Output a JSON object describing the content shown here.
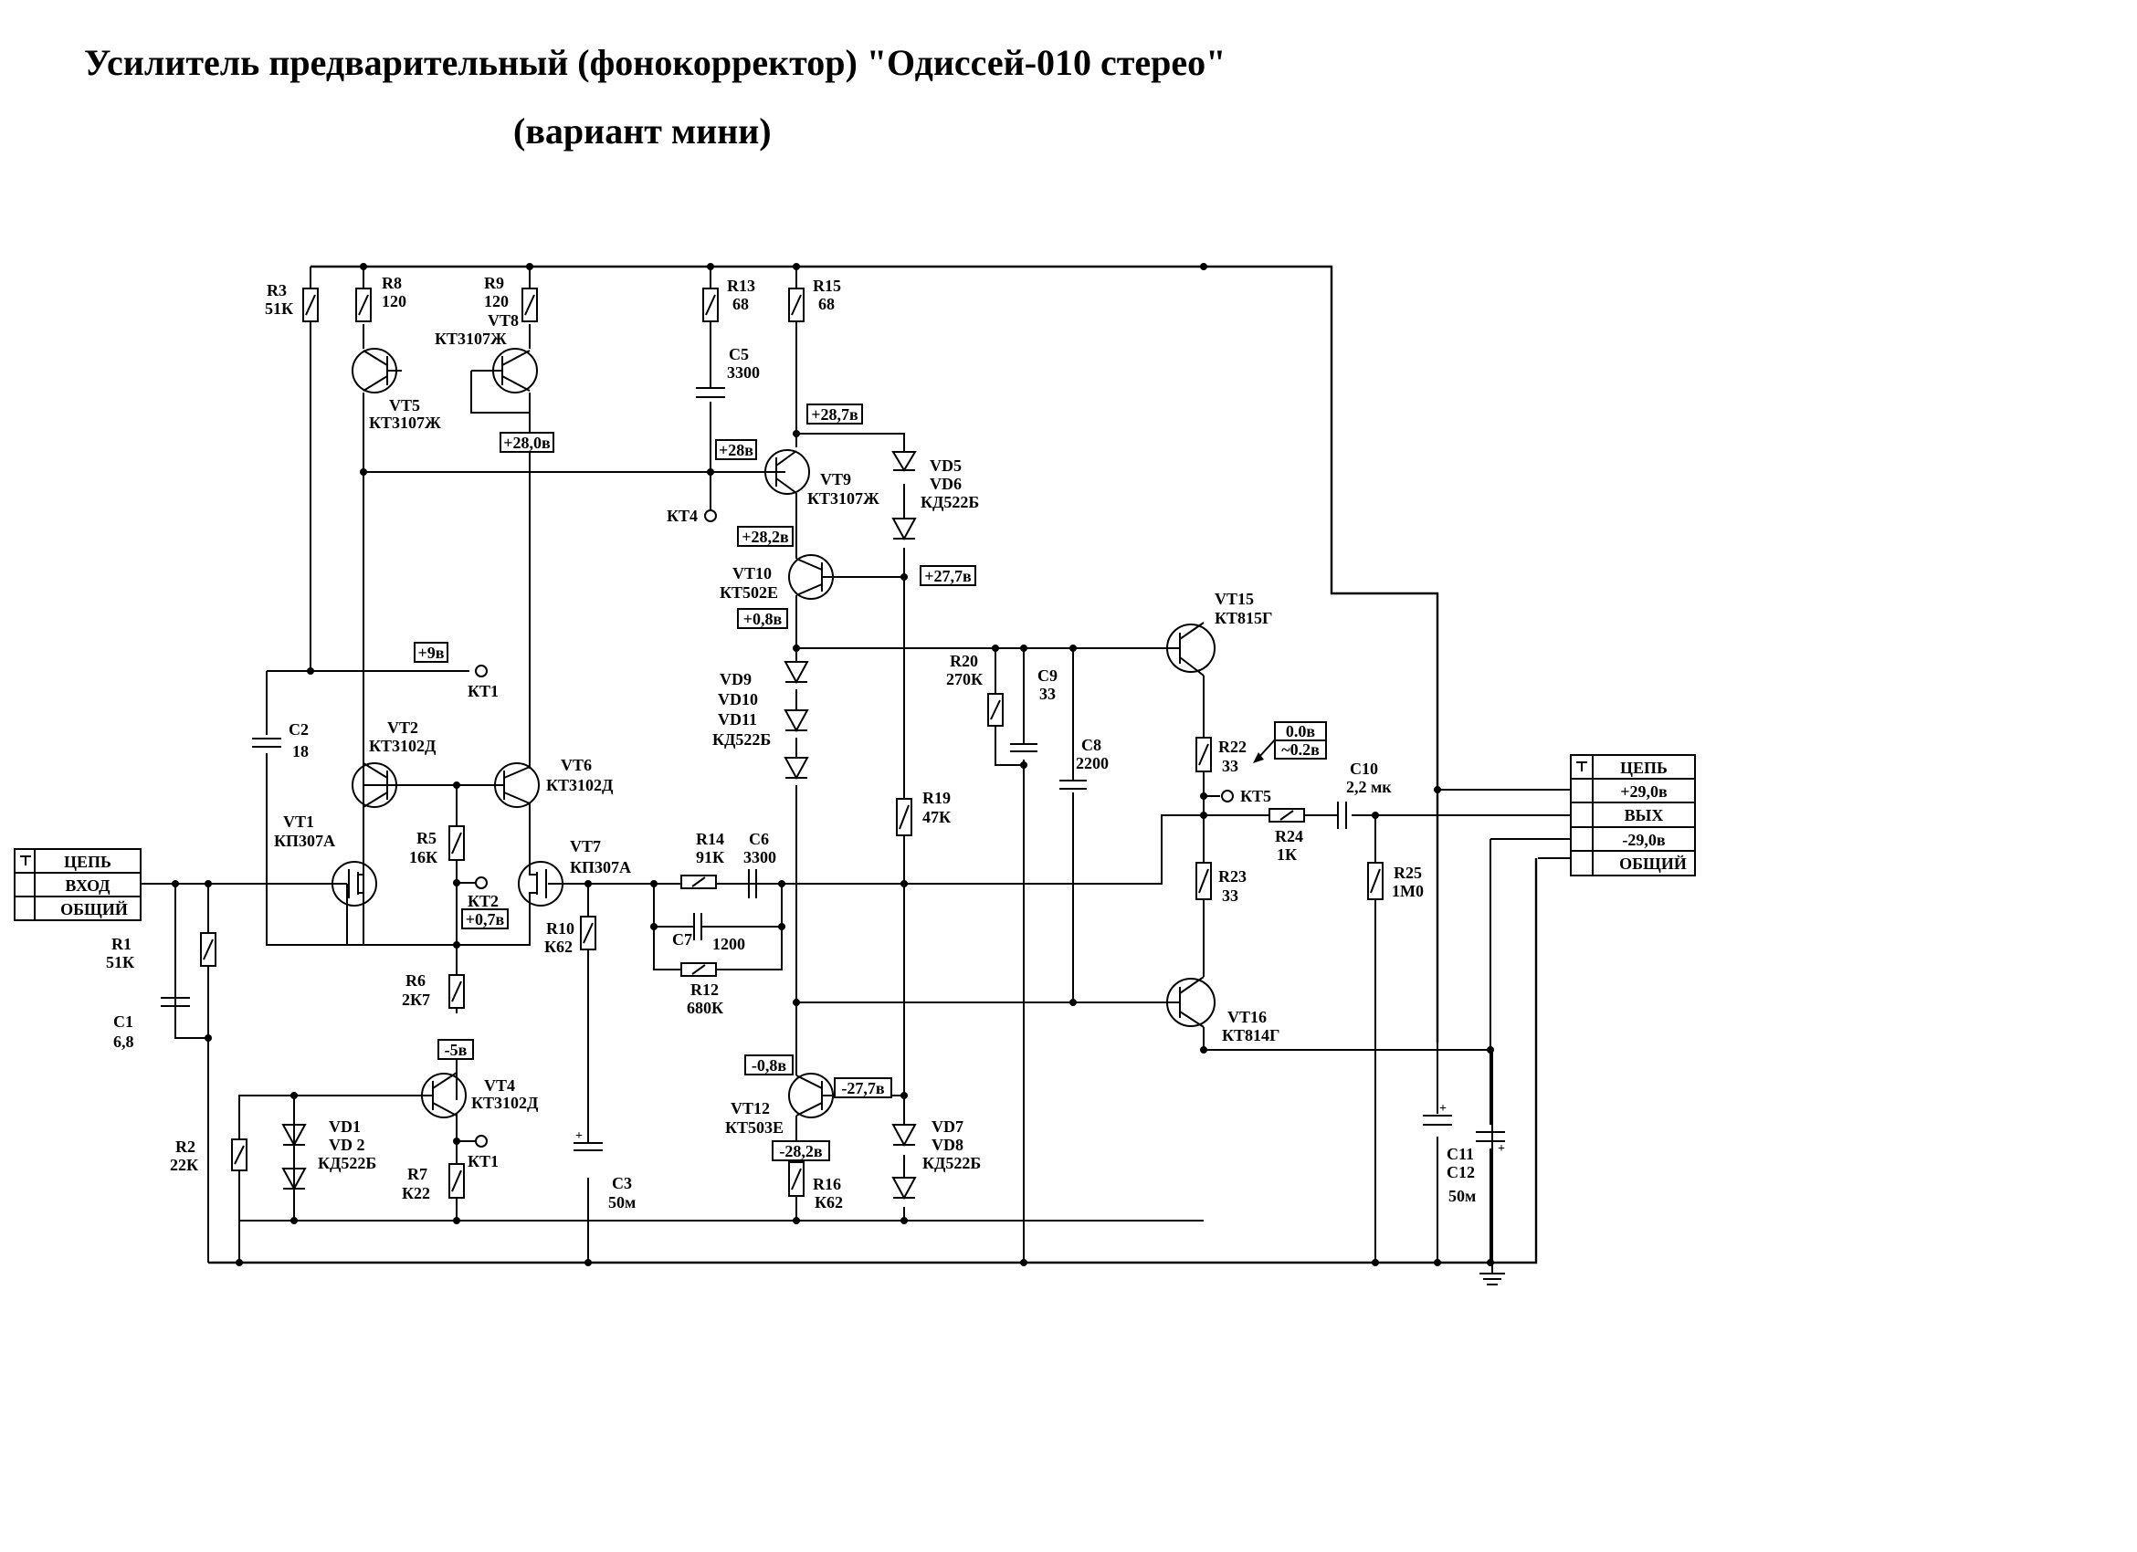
{
  "title": {
    "line1": "Усилитель предварительный (фонокорректор) \"Одиссей-010 стерео\"",
    "line2": "(вариант мини)"
  },
  "input_connector": {
    "rows": [
      "ЦЕПЬ",
      "ВХОД",
      "ОБЩИЙ"
    ]
  },
  "output_connector": {
    "rows": [
      "ЦЕПЬ",
      "+29,0в",
      "ВЫХ",
      "-29,0в",
      "ОБЩИЙ"
    ]
  },
  "components": {
    "R1": [
      "R1",
      "51К"
    ],
    "C1": [
      "C1",
      "6,8"
    ],
    "R2": [
      "R2",
      "22К"
    ],
    "R3": [
      "R3",
      "51К"
    ],
    "R8": [
      "R8",
      "120"
    ],
    "R9": [
      "R9",
      "120"
    ],
    "VT8": [
      "VT8",
      "КТ3107Ж"
    ],
    "VT5": [
      "VT5",
      "КТ3107Ж"
    ],
    "C2": [
      "C2",
      "18"
    ],
    "VT1": [
      "VT1",
      "КП307А"
    ],
    "VT2": [
      "VT2",
      "КТ3102Д"
    ],
    "VT6": [
      "VT6",
      "КТ3102Д"
    ],
    "VT7": [
      "VT7",
      "КП307А"
    ],
    "R5": [
      "R5",
      "16К"
    ],
    "R6": [
      "R6",
      "2К7"
    ],
    "VT4": [
      "VT4",
      "КТ3102Д"
    ],
    "VD1": [
      "VD1",
      "VD 2",
      "КД522Б"
    ],
    "R7": [
      "R7",
      "К22"
    ],
    "R10": [
      "R10",
      "К62"
    ],
    "C3": [
      "C3",
      "50м"
    ],
    "R14": [
      "R14",
      "91К"
    ],
    "C6": [
      "C6",
      "3300"
    ],
    "C7": [
      "C7",
      "1200"
    ],
    "R12": [
      "R12",
      "680К"
    ],
    "R13": [
      "R13",
      "68"
    ],
    "C5": [
      "C5",
      "3300"
    ],
    "R15": [
      "R15",
      "68"
    ],
    "VT9": [
      "VT9",
      "КТ3107Ж"
    ],
    "VD5": [
      "VD5",
      "VD6",
      "КД522Б"
    ],
    "VT10": [
      "VT10",
      "КТ502Е"
    ],
    "VD9": [
      "VD9",
      "VD10",
      "VD11",
      "КД522Б"
    ],
    "R19": [
      "R19",
      "47К"
    ],
    "VT12": [
      "VT12",
      "КТ503Е"
    ],
    "R16": [
      "R16",
      "К62"
    ],
    "VD7": [
      "VD7",
      "VD8",
      "КД522Б"
    ],
    "R20": [
      "R20",
      "270К"
    ],
    "C9": [
      "C9",
      "33"
    ],
    "C8": [
      "C8",
      "2200"
    ],
    "VT15": [
      "VT15",
      "КТ815Г"
    ],
    "R22": [
      "R22",
      "33"
    ],
    "R23": [
      "R23",
      "33"
    ],
    "VT16": [
      "VT16",
      "КТ814Г"
    ],
    "R24": [
      "R24",
      "1К"
    ],
    "C10": [
      "C10",
      "2,2 мк"
    ],
    "R25": [
      "R25",
      "1М0"
    ],
    "C11": [
      "C11",
      "C12",
      "50м"
    ]
  },
  "test_points": {
    "KT1a": "КТ1",
    "KT1b": "КТ1",
    "KT2": "КТ2",
    "KT4": "КТ4",
    "KT5": "КТ5"
  },
  "voltages": {
    "v_280": "+28,0в",
    "v_9": "+9в",
    "v_07": "+0,7в",
    "v_m5": "-5в",
    "v_28": "+28в",
    "v_287": "+28,7в",
    "v_282": "+28,2в",
    "v_277": "+27,7в",
    "v_08p": "+0,8в",
    "v_08m": "-0,8в",
    "v_m277": "-27,7в",
    "v_m282": "-28,2в",
    "v_00": "0.0в",
    "v_02": "~0.2в"
  }
}
